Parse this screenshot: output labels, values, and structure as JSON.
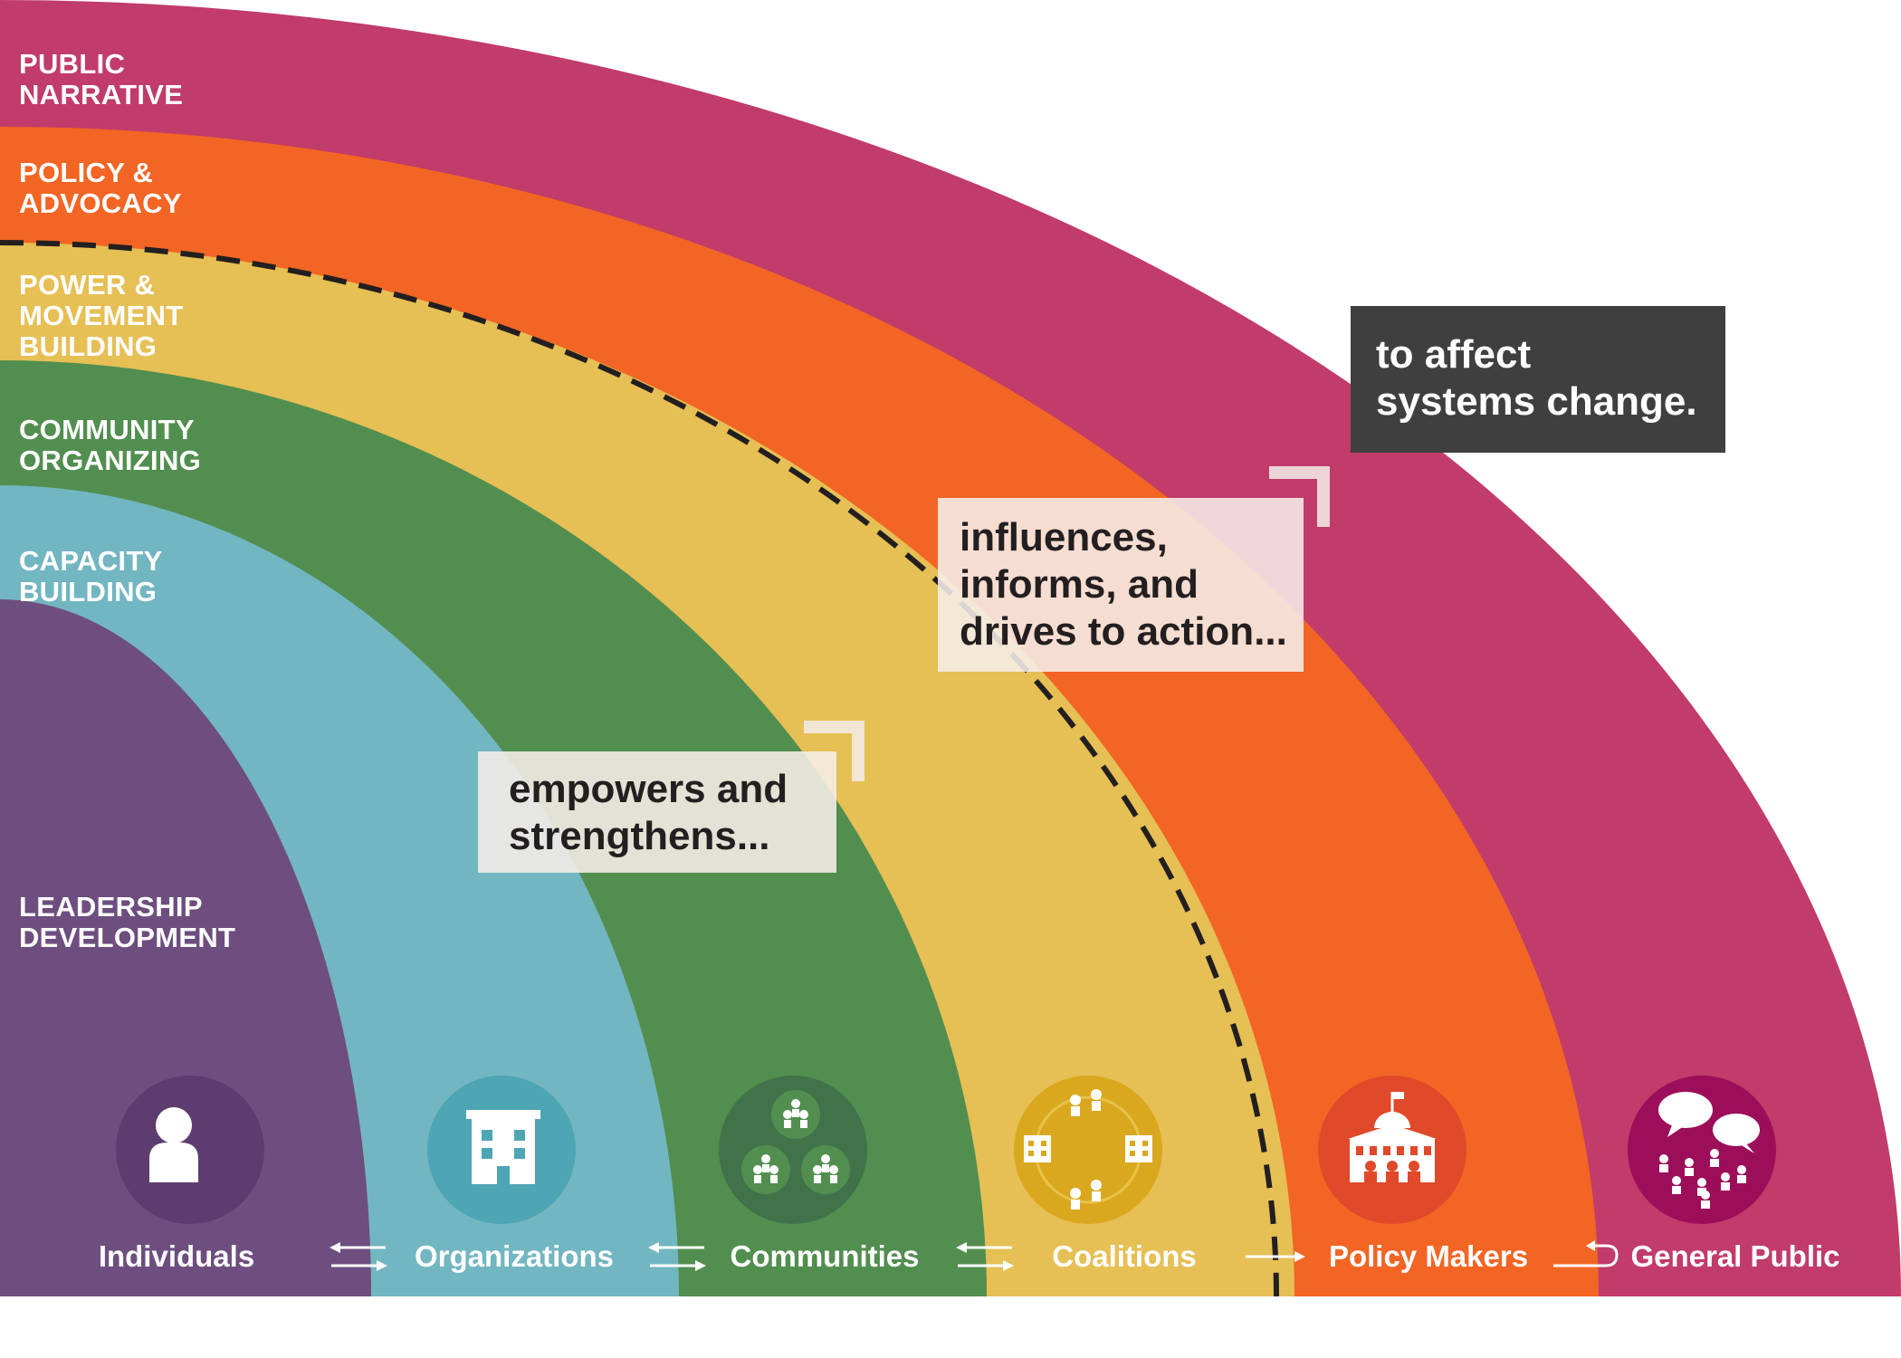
{
  "bands": [
    {
      "key": "public_narrative",
      "label": "PUBLIC\nNARRATIVE",
      "color": "#c13b6b"
    },
    {
      "key": "policy_advocacy",
      "label": "POLICY &\nADVOCACY",
      "color": "#f26524"
    },
    {
      "key": "power_movement",
      "label": "POWER &\nMOVEMENT\nBUILDING",
      "color": "#e6bf55"
    },
    {
      "key": "community_organizing",
      "label": "COMMUNITY\nORGANIZING",
      "color": "#528e4f"
    },
    {
      "key": "capacity_building",
      "label": "CAPACITY\nBUILDING",
      "color": "#72b6c1"
    },
    {
      "key": "leadership_development",
      "label": "LEADERSHIP\nDEVELOPMENT",
      "color": "#6d4e7e"
    }
  ],
  "callouts": {
    "empowers": "empowers and\nstrengthens...",
    "influences": "influences,\ninforms, and\ndrives to action...",
    "systems": "to affect\nsystems change."
  },
  "entities": [
    {
      "label": "Individuals",
      "icon": "person-icon",
      "circle_color": "#5d3d70"
    },
    {
      "label": "Organizations",
      "icon": "building-icon",
      "circle_color": "#4ea5b4"
    },
    {
      "label": "Communities",
      "icon": "groups-icon",
      "circle_color": "#41724a"
    },
    {
      "label": "Coalitions",
      "icon": "coalition-icon",
      "circle_color": "#d9a81e"
    },
    {
      "label": "Policy Makers",
      "icon": "capitol-icon",
      "circle_color": "#e0492a"
    },
    {
      "label": "General Public",
      "icon": "speech-crowd-icon",
      "circle_color": "#9c0e5a"
    }
  ],
  "connectors": [
    {
      "type": "bidirectional",
      "icon": "two-way-arrows-icon"
    },
    {
      "type": "bidirectional",
      "icon": "two-way-arrows-icon"
    },
    {
      "type": "bidirectional",
      "icon": "two-way-arrows-icon"
    },
    {
      "type": "forward",
      "icon": "right-arrow-icon"
    },
    {
      "type": "loop",
      "icon": "return-arrow-icon"
    }
  ],
  "divider": {
    "style": "dashed",
    "color": "#231f20"
  }
}
